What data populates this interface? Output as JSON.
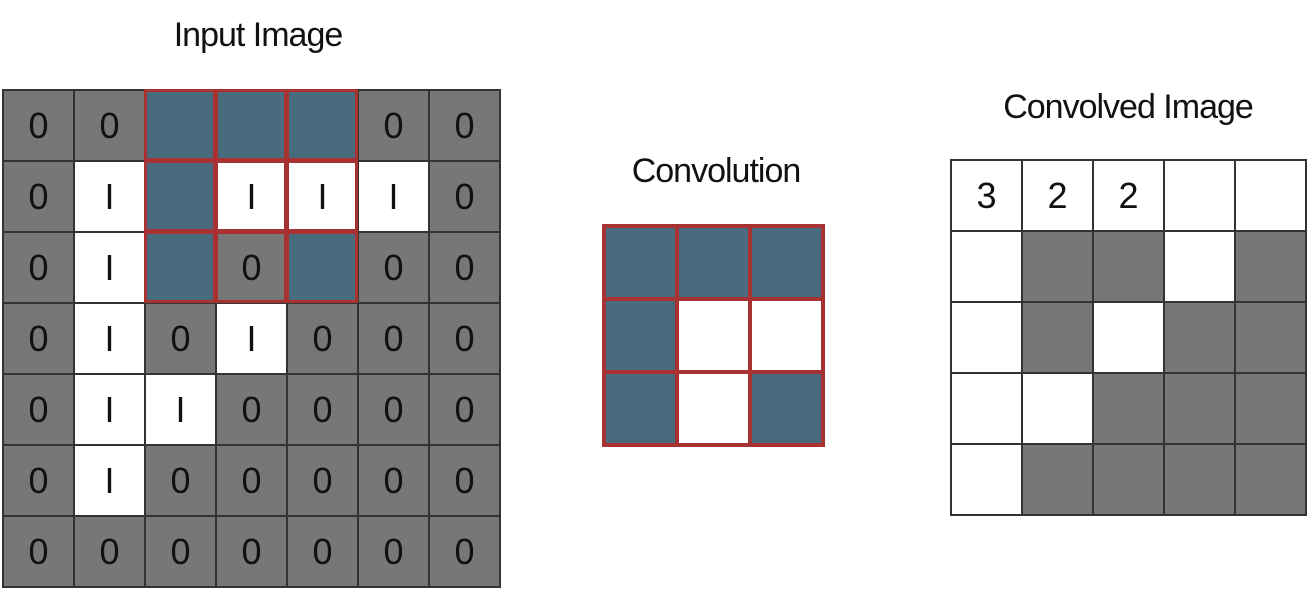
{
  "titles": {
    "input": "Input Image",
    "kernel": "Convolution",
    "output": "Convolved Image"
  },
  "colors": {
    "gray": "#777777",
    "white": "#ffffff",
    "kernel_fill": "#486b7e",
    "highlight_border": "#a83232"
  },
  "input_grid": {
    "cells": [
      [
        "0",
        "0",
        "",
        "",
        "",
        "0",
        "0"
      ],
      [
        "0",
        "I",
        "",
        "I",
        "I",
        "I",
        "0"
      ],
      [
        "0",
        "I",
        "",
        "0",
        "",
        "0",
        "0"
      ],
      [
        "0",
        "I",
        "0",
        "I",
        "0",
        "0",
        "0"
      ],
      [
        "0",
        "I",
        "I",
        "0",
        "0",
        "0",
        "0"
      ],
      [
        "0",
        "I",
        "0",
        "0",
        "0",
        "0",
        "0"
      ],
      [
        "0",
        "0",
        "0",
        "0",
        "0",
        "0",
        "0"
      ]
    ],
    "fills": [
      [
        "g",
        "g",
        "b",
        "b",
        "b",
        "g",
        "g"
      ],
      [
        "g",
        "w",
        "b",
        "w",
        "w",
        "w",
        "g"
      ],
      [
        "g",
        "w",
        "b",
        "g",
        "b",
        "g",
        "g"
      ],
      [
        "g",
        "w",
        "g",
        "w",
        "g",
        "g",
        "g"
      ],
      [
        "g",
        "w",
        "w",
        "g",
        "g",
        "g",
        "g"
      ],
      [
        "g",
        "w",
        "g",
        "g",
        "g",
        "g",
        "g"
      ],
      [
        "g",
        "g",
        "g",
        "g",
        "g",
        "g",
        "g"
      ]
    ]
  },
  "kernel_grid": {
    "fills": [
      [
        "b",
        "b",
        "b"
      ],
      [
        "b",
        "w",
        "w"
      ],
      [
        "b",
        "w",
        "b"
      ]
    ]
  },
  "output_grid": {
    "cells": [
      [
        "3",
        "2",
        "2",
        "",
        ""
      ],
      [
        "",
        "",
        "",
        "",
        ""
      ],
      [
        "",
        "",
        "",
        "",
        ""
      ],
      [
        "",
        "",
        "",
        "",
        ""
      ],
      [
        "",
        "",
        "",
        "",
        ""
      ]
    ],
    "fills": [
      [
        "w",
        "w",
        "w",
        "w",
        "w"
      ],
      [
        "w",
        "g",
        "g",
        "w",
        "g"
      ],
      [
        "w",
        "g",
        "w",
        "g",
        "g"
      ],
      [
        "w",
        "w",
        "g",
        "g",
        "g"
      ],
      [
        "w",
        "g",
        "g",
        "g",
        "g"
      ]
    ]
  }
}
